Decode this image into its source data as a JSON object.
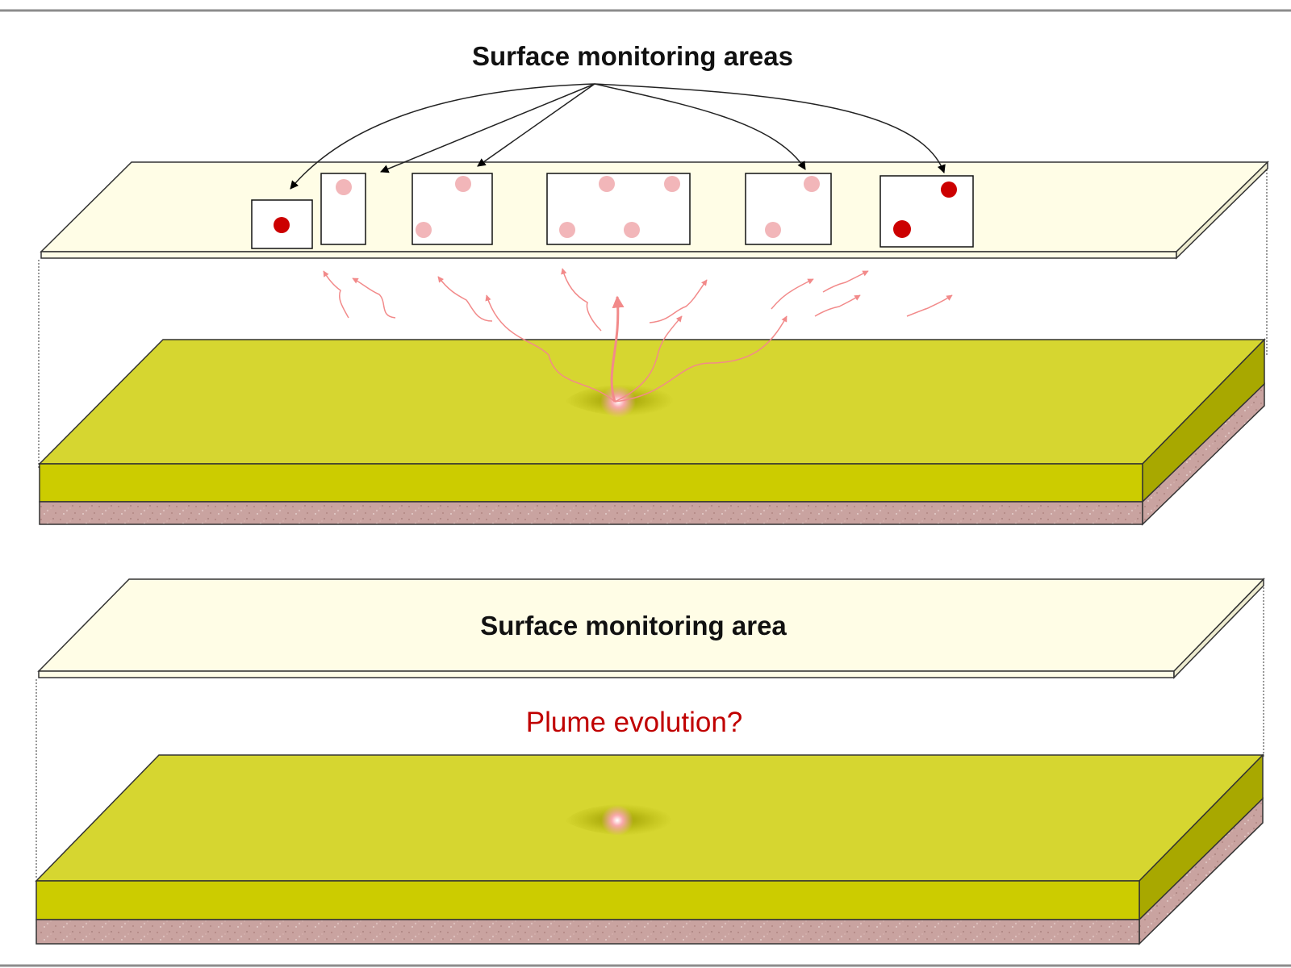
{
  "top_panel": {
    "title": "Surface monitoring areas",
    "monitoring_boxes": [
      {
        "id": "box-1",
        "strong_detections": 1,
        "weak_detections": 0
      },
      {
        "id": "box-2",
        "strong_detections": 0,
        "weak_detections": 1
      },
      {
        "id": "box-3",
        "strong_detections": 0,
        "weak_detections": 2
      },
      {
        "id": "box-4",
        "strong_detections": 0,
        "weak_detections": 4
      },
      {
        "id": "box-5",
        "strong_detections": 0,
        "weak_detections": 2
      },
      {
        "id": "box-6",
        "strong_detections": 2,
        "weak_detections": 0
      }
    ]
  },
  "bottom_panel": {
    "title": "Surface monitoring area",
    "question": "Plume evolution?"
  },
  "colors": {
    "surface_slab": "#fffde6",
    "ground_top": "#d6d630",
    "ground_front": "#cccc00",
    "ground_side": "#a8a800",
    "rock_layer": "#c9a3a0",
    "detection_strong": "#cc0000",
    "detection_weak": "#f2b6b9",
    "plume_path": "#f28a8a",
    "question_text": "#c00000"
  },
  "icons": {
    "leak_source": "leak-source-icon",
    "gas_migration": "gas-migration-arrow-icon"
  }
}
